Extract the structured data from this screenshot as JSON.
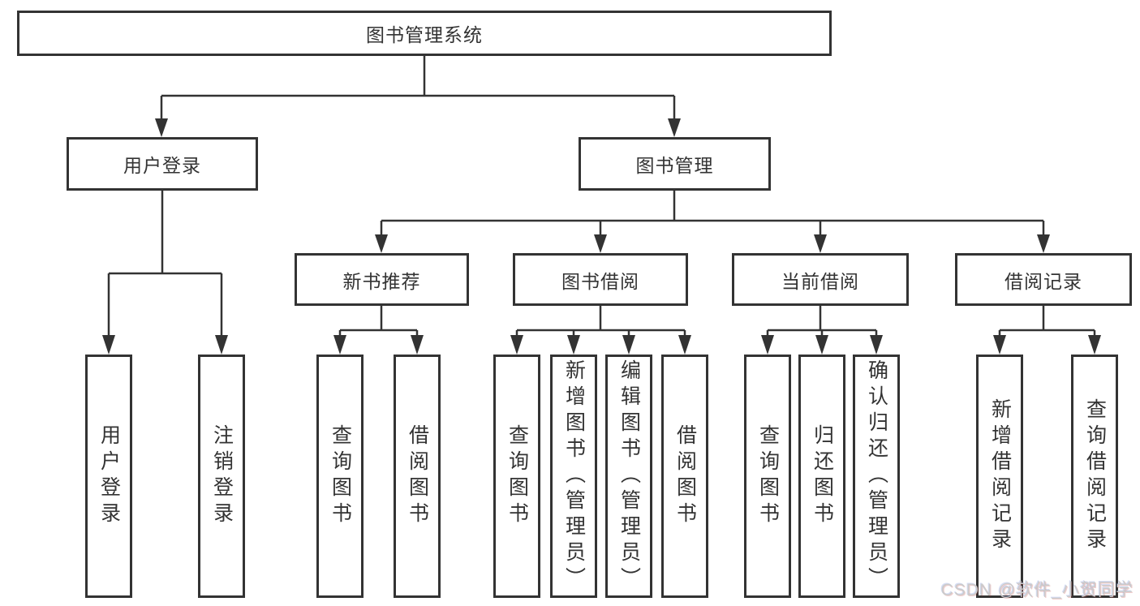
{
  "diagram_title": "图书管理系统",
  "tree": {
    "label": "图书管理系统",
    "children": [
      {
        "label": "用户登录",
        "children": [
          {
            "label": "用户登录"
          },
          {
            "label": "注销登录"
          }
        ]
      },
      {
        "label": "图书管理",
        "children": [
          {
            "label": "新书推荐",
            "children": [
              {
                "label": "查询图书"
              },
              {
                "label": "借阅图书"
              }
            ]
          },
          {
            "label": "图书借阅",
            "children": [
              {
                "label": "查询图书"
              },
              {
                "label": "新增图书（管理员）"
              },
              {
                "label": "编辑图书（管理员）"
              },
              {
                "label": "借阅图书"
              }
            ]
          },
          {
            "label": "当前借阅",
            "children": [
              {
                "label": "查询图书"
              },
              {
                "label": "归还图书"
              },
              {
                "label": "确认归还（管理员）"
              }
            ]
          },
          {
            "label": "借阅记录",
            "children": [
              {
                "label": "新增借阅记录"
              },
              {
                "label": "查询借阅记录"
              }
            ]
          }
        ]
      }
    ]
  },
  "watermark": {
    "text": "CSDN @软件_小贺同学"
  },
  "colors": {
    "line": "#333333",
    "box_border": "#333333",
    "text": "#333333",
    "background": "#ffffff",
    "watermark": "#cbcbcb"
  }
}
